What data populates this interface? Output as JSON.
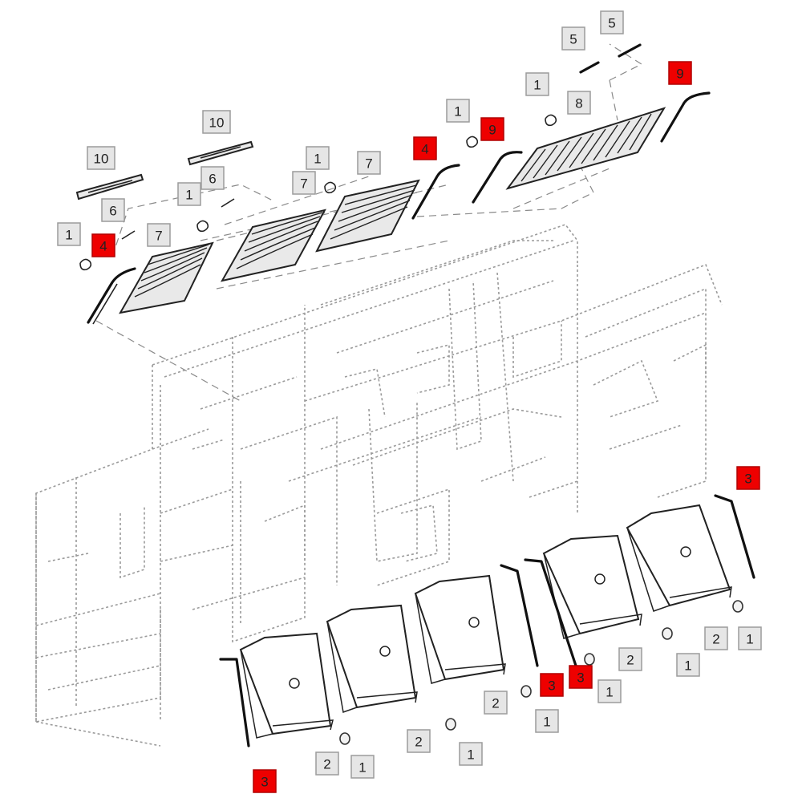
{
  "callouts": [
    {
      "label": "5",
      "highlighted": false
    },
    {
      "label": "5",
      "highlighted": false
    },
    {
      "label": "9",
      "highlighted": true
    },
    {
      "label": "1",
      "highlighted": false
    },
    {
      "label": "8",
      "highlighted": false
    },
    {
      "label": "1",
      "highlighted": false
    },
    {
      "label": "9",
      "highlighted": true
    },
    {
      "label": "4",
      "highlighted": true
    },
    {
      "label": "10",
      "highlighted": false
    },
    {
      "label": "10",
      "highlighted": false
    },
    {
      "label": "1",
      "highlighted": false
    },
    {
      "label": "7",
      "highlighted": false
    },
    {
      "label": "7",
      "highlighted": false
    },
    {
      "label": "6",
      "highlighted": false
    },
    {
      "label": "1",
      "highlighted": false
    },
    {
      "label": "6",
      "highlighted": false
    },
    {
      "label": "1",
      "highlighted": false
    },
    {
      "label": "4",
      "highlighted": true
    },
    {
      "label": "7",
      "highlighted": false
    },
    {
      "label": "3",
      "highlighted": true
    },
    {
      "label": "2",
      "highlighted": false
    },
    {
      "label": "1",
      "highlighted": false
    },
    {
      "label": "2",
      "highlighted": false
    },
    {
      "label": "1",
      "highlighted": false
    },
    {
      "label": "3",
      "highlighted": true
    },
    {
      "label": "1",
      "highlighted": false
    },
    {
      "label": "3",
      "highlighted": true
    },
    {
      "label": "2",
      "highlighted": false
    },
    {
      "label": "1",
      "highlighted": false
    },
    {
      "label": "2",
      "highlighted": false
    },
    {
      "label": "1",
      "highlighted": false
    },
    {
      "label": "2",
      "highlighted": false
    },
    {
      "label": "1",
      "highlighted": false
    },
    {
      "label": "3",
      "highlighted": true
    }
  ],
  "colors": {
    "highlight": "#ee0000",
    "callout_fill": "#e6e6e6",
    "line": "#222222",
    "frame_dashed": "#9a9a9a"
  }
}
